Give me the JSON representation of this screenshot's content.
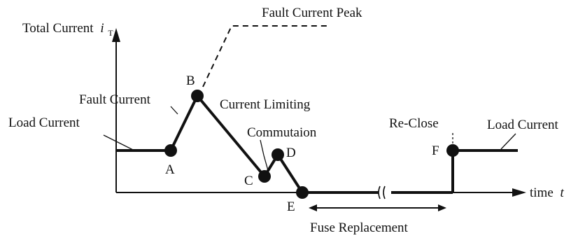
{
  "labels": {
    "y_axis": "Total Current",
    "y_axis_symbol": "i",
    "y_axis_subscript": "T",
    "x_axis": "time",
    "x_axis_symbol": "t",
    "fault_peak": "Fault Current Peak",
    "fault_current": "Fault Current",
    "current_limiting": "Current Limiting",
    "load_current_left": "Load Current",
    "commutation": "Commutaion",
    "re_close": "Re-Close",
    "load_current_right": "Load Current",
    "fuse_replacement": "Fuse Replacement"
  },
  "points": {
    "A": "A",
    "B": "B",
    "C": "C",
    "D": "D",
    "E": "E",
    "F": "F"
  },
  "colors": {
    "ink": "#111111",
    "background": "#ffffff"
  }
}
